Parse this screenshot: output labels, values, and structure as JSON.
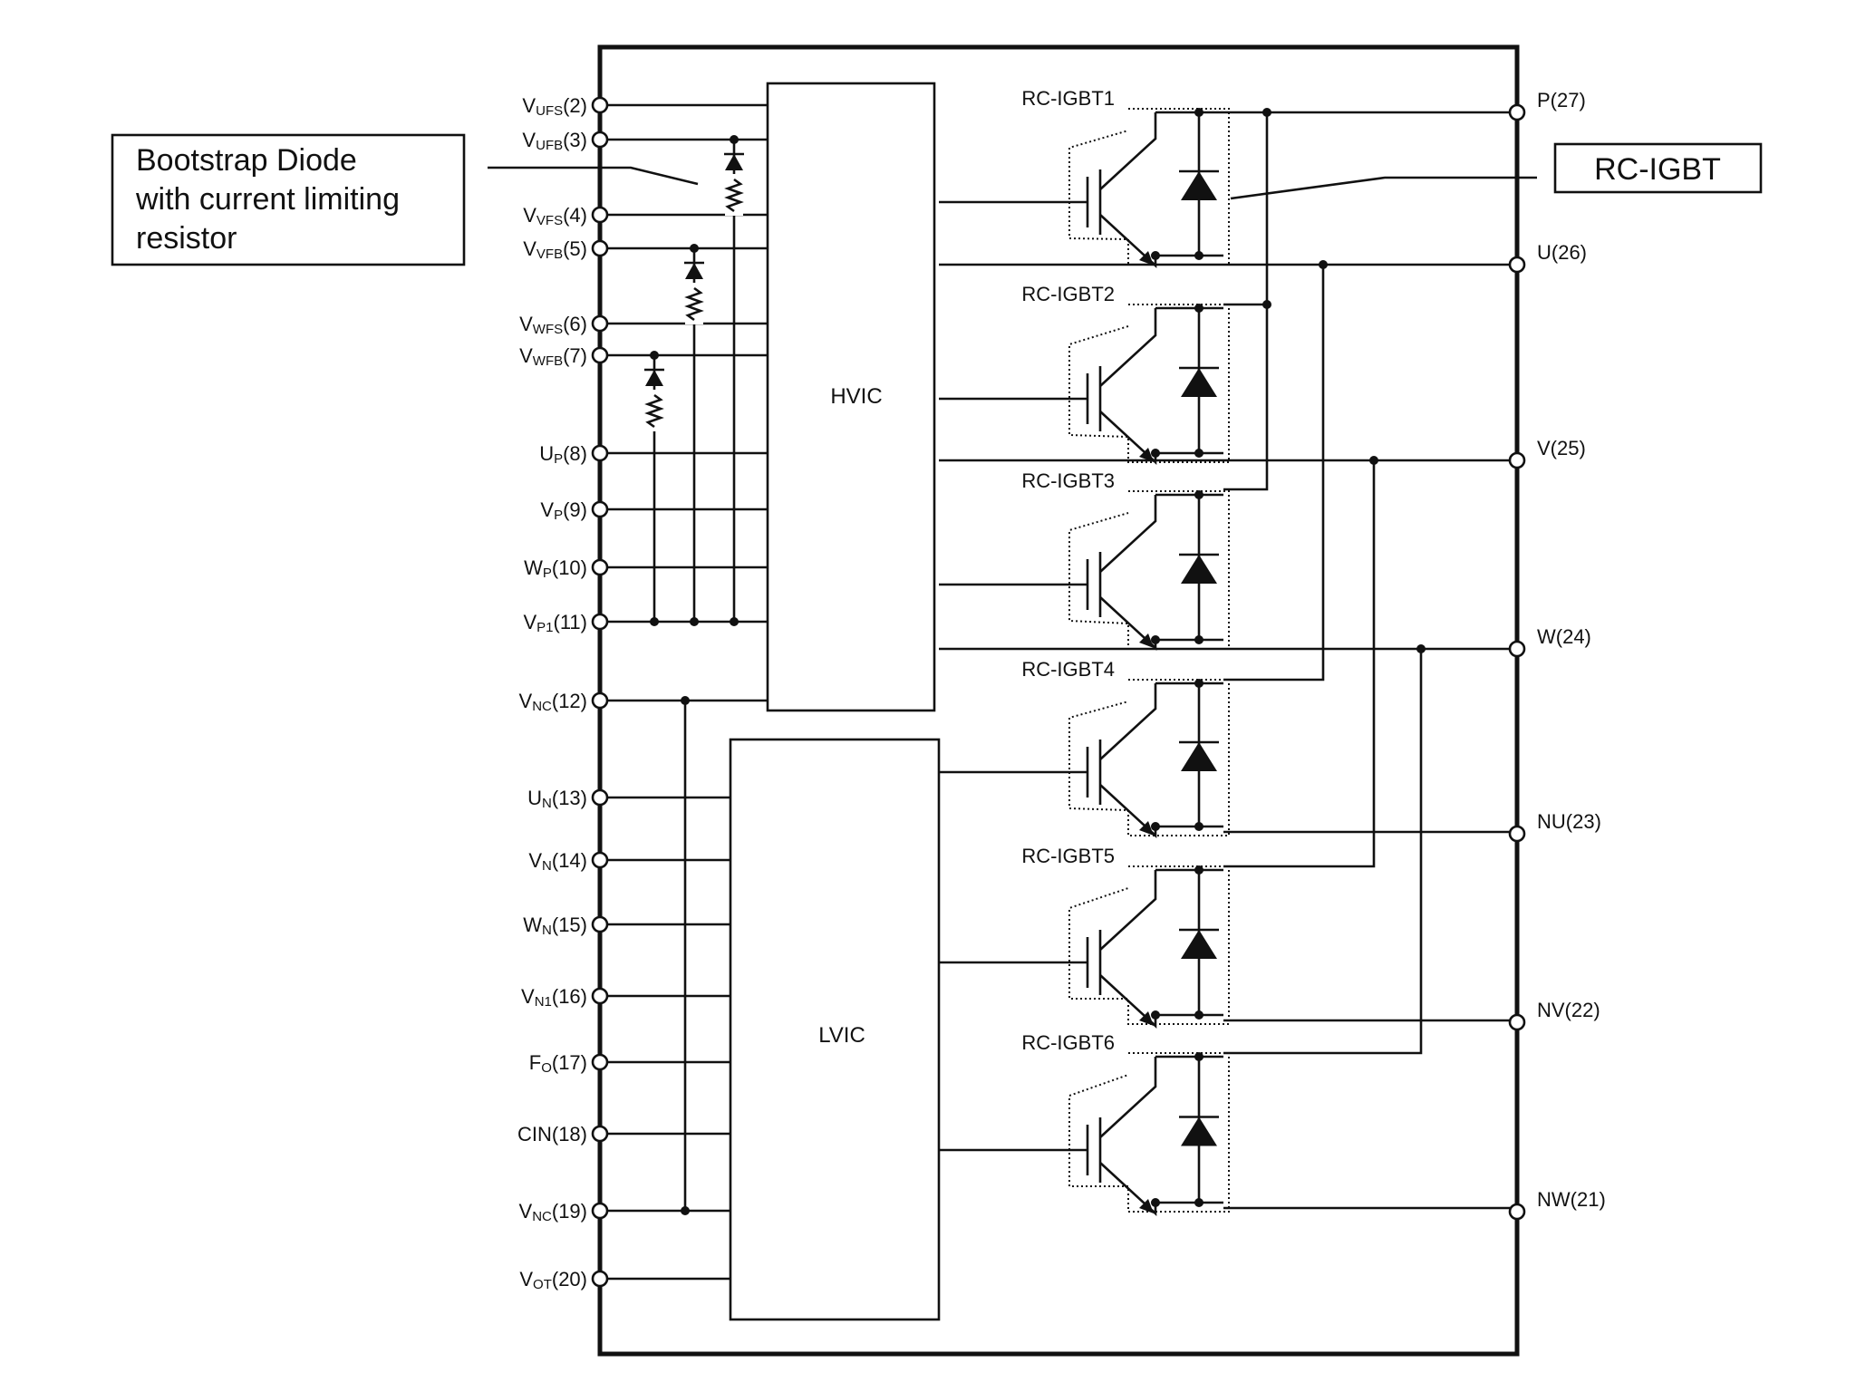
{
  "left_pins": [
    {
      "main": "V",
      "sub": "UFS",
      "num": "(2)"
    },
    {
      "main": "V",
      "sub": "UFB",
      "num": "(3)"
    },
    {
      "main": "V",
      "sub": "VFS",
      "num": "(4)"
    },
    {
      "main": "V",
      "sub": "VFB",
      "num": "(5)"
    },
    {
      "main": "V",
      "sub": "WFS",
      "num": "(6)"
    },
    {
      "main": "V",
      "sub": "WFB",
      "num": "(7)"
    },
    {
      "main": "U",
      "sub": "P",
      "num": "(8)"
    },
    {
      "main": "V",
      "sub": "P",
      "num": "(9)"
    },
    {
      "main": "W",
      "sub": "P",
      "num": "(10)"
    },
    {
      "main": "V",
      "sub": "P1",
      "num": "(11)"
    },
    {
      "main": "V",
      "sub": "NC",
      "num": "(12)"
    },
    {
      "main": "U",
      "sub": "N",
      "num": "(13)"
    },
    {
      "main": "V",
      "sub": "N",
      "num": "(14)"
    },
    {
      "main": "W",
      "sub": "N",
      "num": "(15)"
    },
    {
      "main": "V",
      "sub": "N1",
      "num": "(16)"
    },
    {
      "main": "F",
      "sub": "O",
      "num": "(17)"
    },
    {
      "main": "CIN",
      "sub": "",
      "num": "(18)"
    },
    {
      "main": "V",
      "sub": "NC",
      "num": "(19)"
    },
    {
      "main": "V",
      "sub": "OT",
      "num": "(20)"
    }
  ],
  "right_pins": [
    "P(27)",
    "U(26)",
    "V(25)",
    "W(24)",
    "NU(23)",
    "NV(22)",
    "NW(21)"
  ],
  "igbt_labels": [
    "RC-IGBT1",
    "RC-IGBT2",
    "RC-IGBT3",
    "RC-IGBT4",
    "RC-IGBT5",
    "RC-IGBT6"
  ],
  "hvic_label": "HVIC",
  "lvic_label": "LVIC",
  "callouts": {
    "bootstrap": [
      "Bootstrap Diode",
      "with current limiting",
      "resistor"
    ],
    "rc_igbt": "RC-IGBT"
  }
}
